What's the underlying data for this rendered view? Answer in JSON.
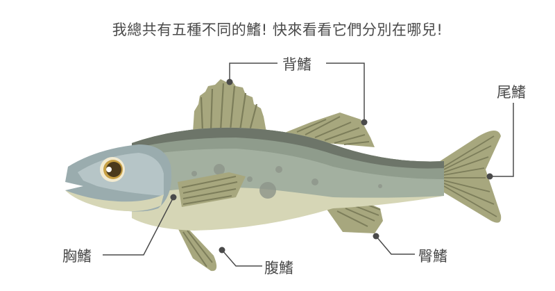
{
  "title": "我總共有五種不同的鰭! 快來看看它們分別在哪兒!",
  "labels": {
    "dorsal": "背鰭",
    "caudal": "尾鰭",
    "pectoral": "胸鰭",
    "pelvic": "腹鰭",
    "anal": "臀鰭"
  },
  "colors": {
    "text": "#4a4a4a",
    "leader_line": "#4a4a4a",
    "fin": "#a7a77e",
    "fin_stripe": "#7c7d5a",
    "back_dark": "#6d7569",
    "body_mid": "#8f9c8c",
    "body_side": "#a3b0a0",
    "belly": "#d6d6b6",
    "head": "#9aacae",
    "head_light": "#b6c5c7",
    "eye_ring": "#f2ead0",
    "eye_iris": "#c7a045",
    "eye_pupil": "#4b3a1c",
    "spot": "#8d958a"
  }
}
